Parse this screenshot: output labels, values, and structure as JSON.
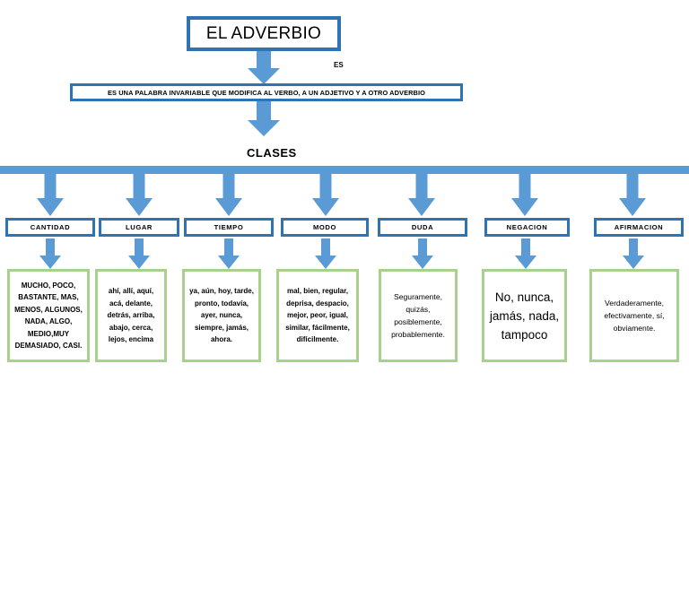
{
  "diagram": {
    "title": "EL ADVERBIO",
    "connector_label": "ES",
    "definition": "ES UNA PALABRA INVARIABLE QUE MODIFICA AL VERBO, A UN ADJETIVO Y A OTRO ADVERBIO",
    "section_label": "CLASES",
    "colors": {
      "blue_border": "#2e74b5",
      "blue_fill": "#5b9bd5",
      "green_border": "#a9d18e",
      "box_background": "#ffffff",
      "text": "#000000"
    },
    "classes": [
      {
        "name": "CANTIDAD",
        "examples": "MUCHO, POCO, BASTANTE, MAS, MENOS, ALGUNOS, NADA, ALGO, MEDIO,MUY DEMASIADO, CASI."
      },
      {
        "name": "LUGAR",
        "examples": "ahí, allí, aquí, acá, delante, detrás, arriba, abajo, cerca, lejos, encima"
      },
      {
        "name": "TIEMPO",
        "examples": "ya, aún, hoy, tarde, pronto, todavía, ayer, nunca, siempre, jamás, ahora."
      },
      {
        "name": "MODO",
        "examples": "mal, bien, regular, deprisa, despacio, mejor, peor, igual, similar, fácilmente, difícilmente."
      },
      {
        "name": "DUDA",
        "examples": "Seguramente, quizás, posiblemente, probablemente."
      },
      {
        "name": "NEGACION",
        "examples": "No, nunca, jamás, nada, tampoco"
      },
      {
        "name": "AFIRMACION",
        "examples": "Verdaderamente, efectivamente, sí, obviamente."
      }
    ]
  }
}
